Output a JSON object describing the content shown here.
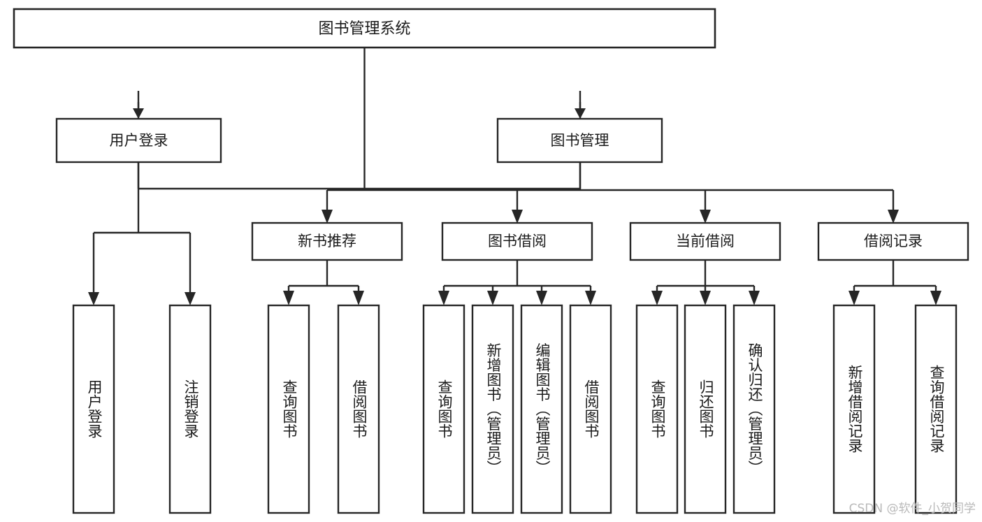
{
  "diagram": {
    "title": "图书管理系统",
    "type": "tree-hierarchy",
    "root": {
      "id": "root",
      "label": "图书管理系统"
    },
    "level2": [
      {
        "id": "user-login",
        "label": "用户登录"
      },
      {
        "id": "book-manage",
        "label": "图书管理"
      }
    ],
    "level3": [
      {
        "id": "new-book-rec",
        "label": "新书推荐",
        "parent": "book-manage"
      },
      {
        "id": "book-borrow",
        "label": "图书借阅",
        "parent": "book-manage"
      },
      {
        "id": "current-borrow",
        "label": "当前借阅",
        "parent": "book-manage"
      },
      {
        "id": "borrow-record",
        "label": "借阅记录",
        "parent": "book-manage"
      }
    ],
    "leaves": [
      {
        "id": "leaf-user-login",
        "label": "用户登录",
        "parent": "user-login"
      },
      {
        "id": "leaf-logout-login",
        "label": "注销登录",
        "parent": "user-login"
      },
      {
        "id": "leaf-query-book-1",
        "label": "查询图书",
        "parent": "new-book-rec"
      },
      {
        "id": "leaf-borrow-book-1",
        "label": "借阅图书",
        "parent": "new-book-rec"
      },
      {
        "id": "leaf-query-book-2",
        "label": "查询图书",
        "parent": "book-borrow"
      },
      {
        "id": "leaf-add-book",
        "label": "新增图书（管理员）",
        "parent": "book-borrow"
      },
      {
        "id": "leaf-edit-book",
        "label": "编辑图书（管理员）",
        "parent": "book-borrow"
      },
      {
        "id": "leaf-borrow-book-2",
        "label": "借阅图书",
        "parent": "book-borrow"
      },
      {
        "id": "leaf-query-book-3",
        "label": "查询图书",
        "parent": "current-borrow"
      },
      {
        "id": "leaf-return-book",
        "label": "归还图书",
        "parent": "current-borrow"
      },
      {
        "id": "leaf-confirm-return",
        "label": "确认归还（管理员）",
        "parent": "current-borrow"
      },
      {
        "id": "leaf-add-record",
        "label": "新增借阅记录",
        "parent": "borrow-record"
      },
      {
        "id": "leaf-query-record",
        "label": "查询借阅记录",
        "parent": "borrow-record"
      }
    ],
    "colors": {
      "stroke": "#262626",
      "fill": "#ffffff",
      "text": "#1a1a1a",
      "watermark": "#b9b9b9",
      "background": "#ffffff"
    }
  },
  "watermark": {
    "text": "CSDN @软件_小贺同学"
  }
}
